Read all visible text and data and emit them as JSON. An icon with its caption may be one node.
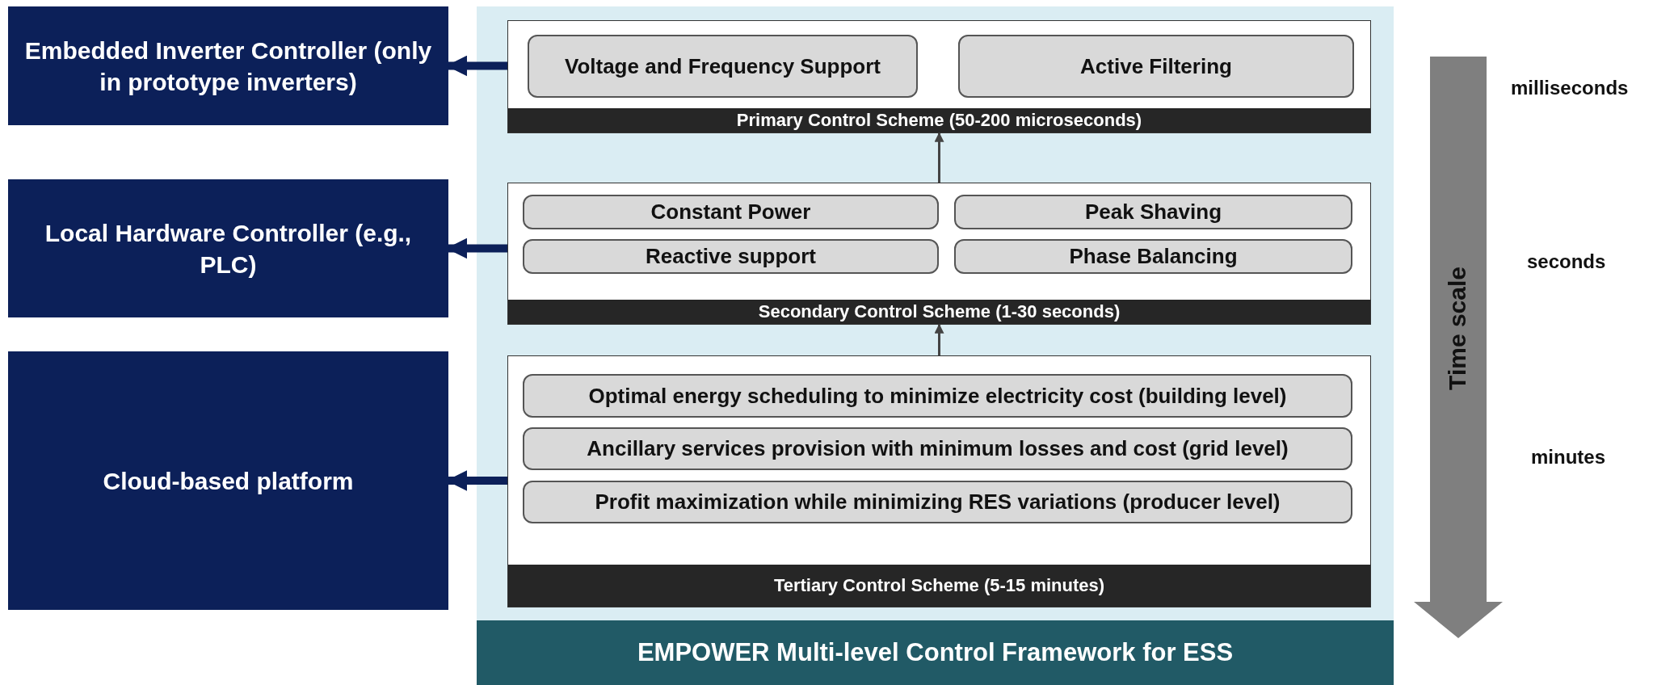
{
  "diagram": {
    "nodes": [
      {
        "text": [
          "Embedded Inverter Controller (only in prototype inverters)"
        ]
      },
      {
        "text": [
          "Local Hardware Controller (e.g., PLC)"
        ]
      },
      {
        "text": [
          "Cloud-based  platform"
        ]
      },
      {
        "text": [
          "EMPOWER Multi-level Control Framework for ESS"
        ]
      },
      {
        "text": [
          "Primary Control Scheme (50-200 microseconds)"
        ],
        "in": 3
      },
      {
        "text": [
          "Voltage and Frequency Support"
        ],
        "in": 4
      },
      {
        "text": [
          "Active Filtering"
        ],
        "in": 4
      },
      {
        "text": [
          "Secondary Control Scheme (1-30 seconds)"
        ],
        "in": 3
      },
      {
        "text": [
          "Constant Power"
        ],
        "in": 7
      },
      {
        "text": [
          "Peak Shaving"
        ],
        "in": 7
      },
      {
        "text": [
          "Reactive support"
        ],
        "in": 7
      },
      {
        "text": [
          "Phase Balancing"
        ],
        "in": 7
      },
      {
        "text": [
          "Tertiary Control Scheme (5-15 minutes)"
        ],
        "in": 3
      },
      {
        "text": [
          "Optimal energy scheduling to minimize electricity cost (building level)"
        ],
        "in": 12
      },
      {
        "text": [
          "Ancillary services provision with minimum losses and cost (grid level)"
        ],
        "in": 12
      },
      {
        "text": [
          "Profit maximization while minimizing RES variations (producer level)"
        ],
        "in": 12
      }
    ],
    "edges": [
      {
        "from": 4,
        "to": 0,
        "arrow": "to"
      },
      {
        "from": 7,
        "to": 1,
        "arrow": "to"
      },
      {
        "from": 12,
        "to": 2,
        "arrow": "to"
      },
      {
        "from": 7,
        "to": 4,
        "arrow": "to"
      },
      {
        "from": 12,
        "to": 7,
        "arrow": "to"
      }
    ],
    "labels": [
      "Time scale",
      "milliseconds",
      "seconds",
      "minutes"
    ]
  }
}
